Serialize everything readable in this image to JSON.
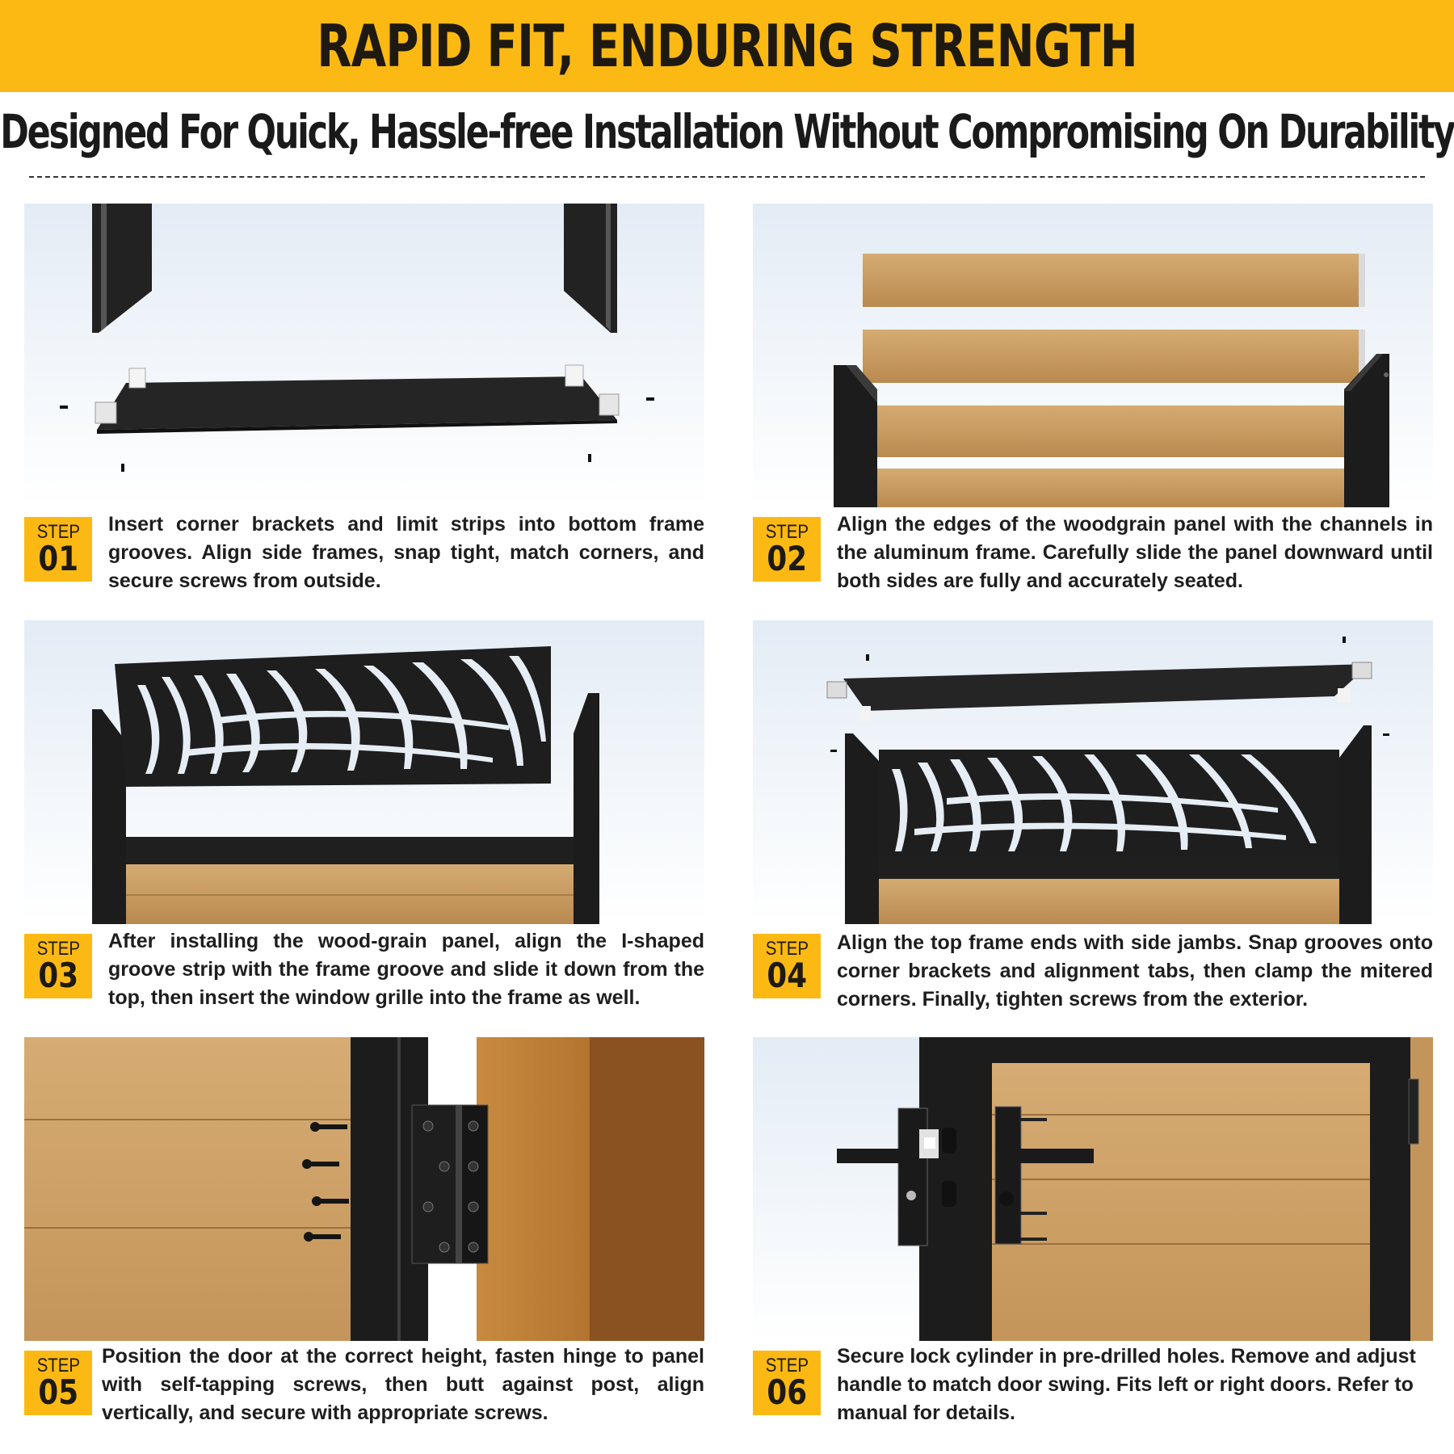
{
  "header": {
    "banner_title": "RAPID FIT, ENDURING STRENGTH",
    "subtitle": "Designed For Quick, Hassle-free Installation Without Compromising On Durability"
  },
  "colors": {
    "accent": "#FDB913",
    "frame": "#1c1c1c",
    "wood": "#C99A5E",
    "sky": "#EEF3F8"
  },
  "steps": [
    {
      "badge_word": "STEP",
      "number": "01",
      "text": "Insert corner brackets and limit strips into bottom frame grooves. Align side frames, snap tight, match corners, and secure screws from outside."
    },
    {
      "badge_word": "STEP",
      "number": "02",
      "text": "Align the edges of the woodgrain panel with the channels in the aluminum frame. Carefully slide the panel downward until both sides are fully and accurately seated."
    },
    {
      "badge_word": "STEP",
      "number": "03",
      "text": "After installing the wood-grain panel, align the I-shaped groove strip with the frame groove and slide it down from the top, then insert the window grille into the frame as well."
    },
    {
      "badge_word": "STEP",
      "number": "04",
      "text": "Align the top frame ends with side jambs. Snap grooves onto corner brackets and alignment tabs, then clamp the mitered corners. Finally, tighten screws from the exterior."
    },
    {
      "badge_word": "STEP",
      "number": "05",
      "text": "Position the door at the correct height, fasten hinge to panel with self-tapping screws, then butt against post, align vertically, and secure with appropriate screws."
    },
    {
      "badge_word": "STEP",
      "number": "06",
      "text": "Secure lock cylinder in pre-drilled holes. Remove and adjust handle to match door swing. Fits left or right doors. Refer to manual for details."
    }
  ]
}
